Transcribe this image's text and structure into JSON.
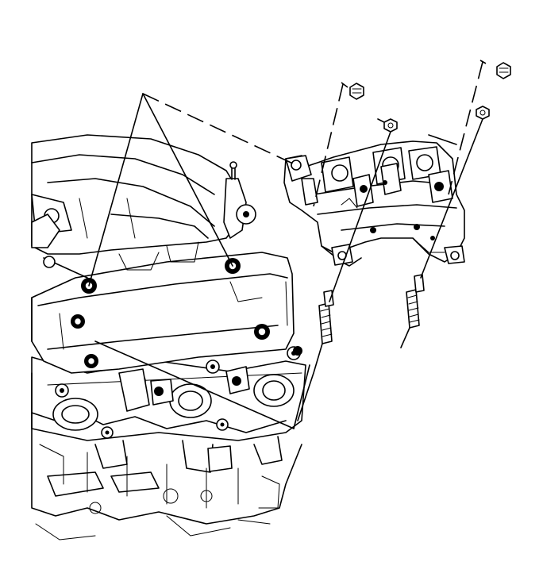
{
  "figure": {
    "kind": "exploded-assembly-line-drawing",
    "subject": "engine",
    "parts_shown": [
      "cylinder-head",
      "valve-cover",
      "intake-plenum",
      "ignition-coil-module-bracket",
      "mounting-bolts",
      "mounting-studs",
      "exhaust-ports"
    ],
    "ink_color": "#000000",
    "paper_color": "#ffffff"
  }
}
